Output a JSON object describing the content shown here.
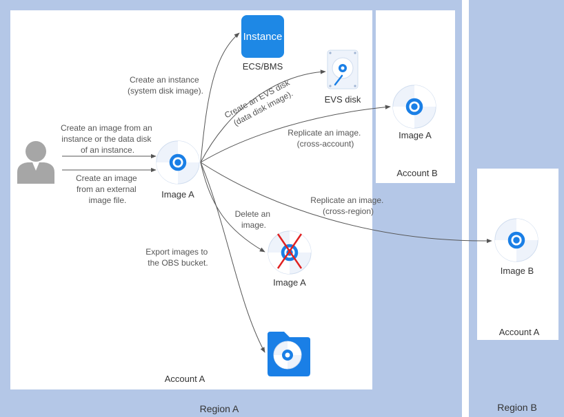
{
  "regions": {
    "region_a": "Region A",
    "region_b": "Region B"
  },
  "accounts": {
    "account_a_main": "Account A",
    "account_b": "Account B",
    "account_a_region_b": "Account A"
  },
  "nodes": {
    "user_icon": "user-icon",
    "image_a_center": "Image A",
    "instance_badge": "Instance",
    "instance_caption": "ECS/BMS",
    "evs_caption": "EVS disk",
    "image_a_account_b": "Image A",
    "image_a_deleted": "Image A",
    "image_b": "Image B",
    "obs_bucket_icon": "folder-disc-icon"
  },
  "labels": {
    "create_from_instance": [
      "Create an image from an",
      "instance or the data disk",
      "of an instance."
    ],
    "create_from_file": [
      "Create an image",
      "from an external",
      "image file."
    ],
    "create_instance": [
      "Create an instance",
      "(system disk image)."
    ],
    "create_evs": [
      "Create an EVS disk",
      "(data disk image)."
    ],
    "replicate_account": [
      "Replicate an image.",
      "(cross-account)"
    ],
    "replicate_region": [
      "Replicate an image.",
      "(cross-region)"
    ],
    "delete_image": [
      "Delete an",
      "image."
    ],
    "export_obs": [
      "Export images to",
      "the OBS bucket."
    ]
  },
  "colors": {
    "region_bg": "#b4c7e7",
    "account_bg": "#ffffff",
    "disc_blue": "#1a7fe6",
    "instance_blue": "#1e88e5",
    "user_gray": "#a6a6a6",
    "delete_red": "#e02020",
    "arrow": "#555555"
  }
}
